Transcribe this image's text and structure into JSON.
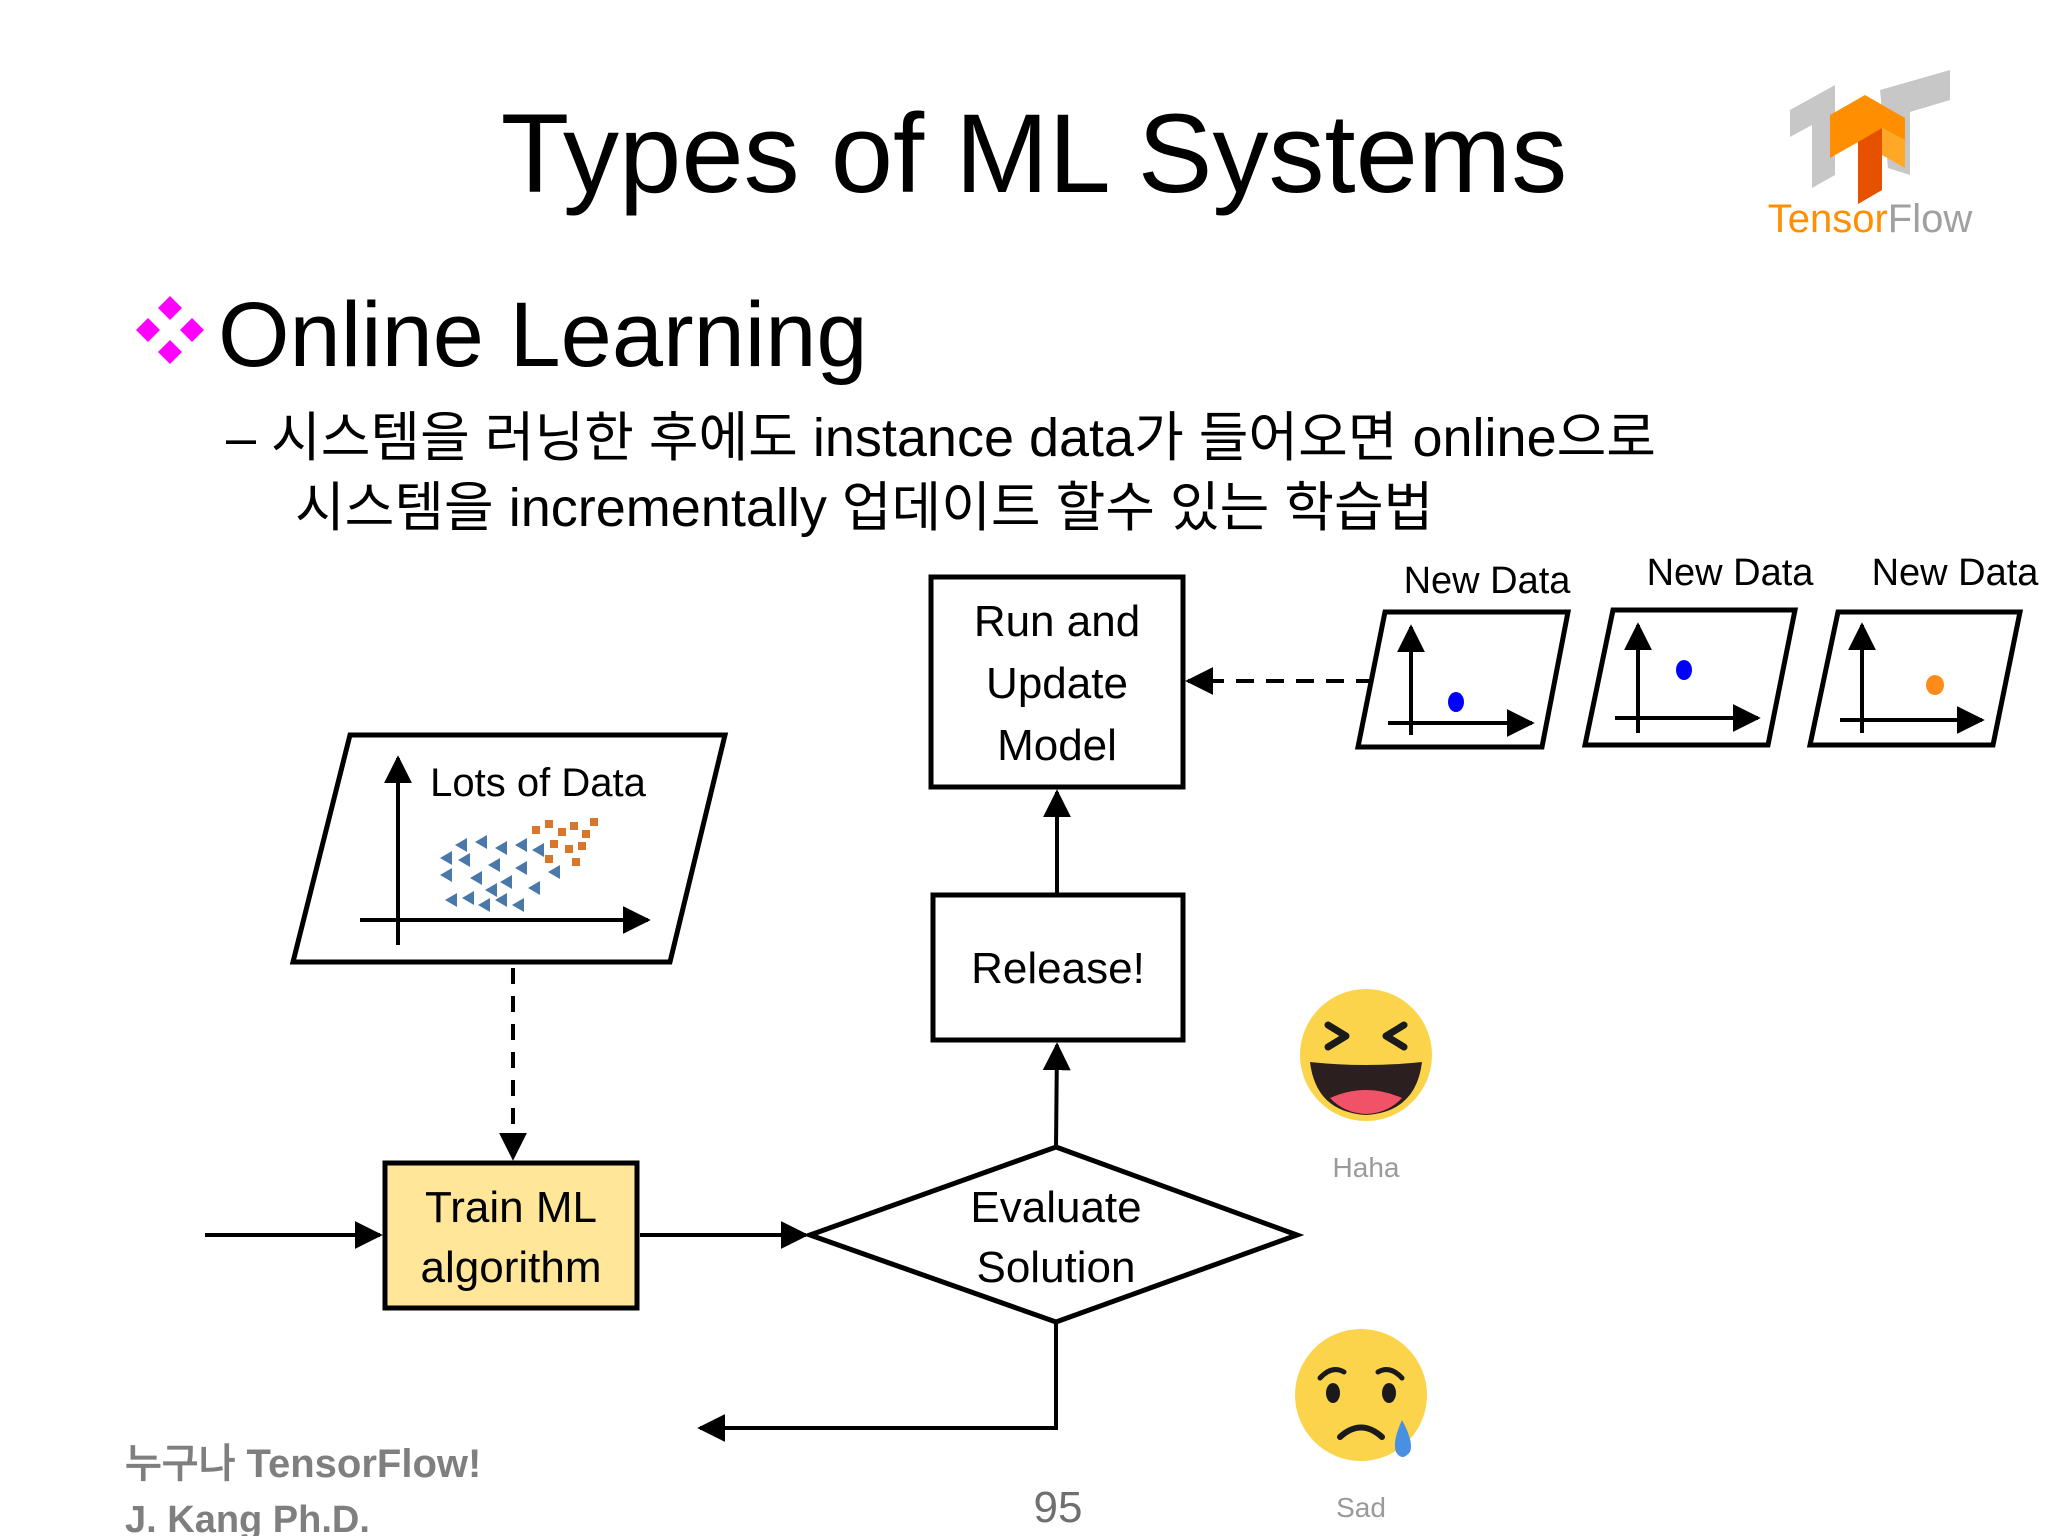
{
  "slide": {
    "title": "Types of ML Systems",
    "bullet": "Online Learning",
    "sub_line1": "– 시스템을 러닝한 후에도 instance data가 들어오면 online으로",
    "sub_line2": "시스템을 incrementally 업데이트 할수 있는 학습법",
    "page_number": "95"
  },
  "logo": {
    "name": "TensorFlow"
  },
  "footer": {
    "line1": "누구나 TensorFlow!",
    "line2": "J. Kang Ph.D."
  },
  "diagram": {
    "lots_of_data": "Lots of Data",
    "train": [
      "Train ML",
      "algorithm"
    ],
    "evaluate": [
      "Evaluate",
      "Solution"
    ],
    "release": "Release!",
    "run_update": [
      "Run and",
      "Update",
      "Model"
    ],
    "new_data": [
      "New Data",
      "New Data",
      "New Data"
    ]
  },
  "emojis": {
    "haha": "Haha",
    "sad": "Sad"
  },
  "colors": {
    "bullet_magenta": "#ff00ff",
    "train_fill": "#ffe699",
    "tf_orange": "#ff8f00",
    "tf_gray": "#b5b5b5",
    "footer_gray": "#7f7f7f",
    "point_blue": "#0000ff",
    "point_orange": "#ff8c1a",
    "emoji_yellow": "#fbd44b",
    "scatter_blue": "#4a78a8",
    "scatter_orange": "#d8762c"
  }
}
